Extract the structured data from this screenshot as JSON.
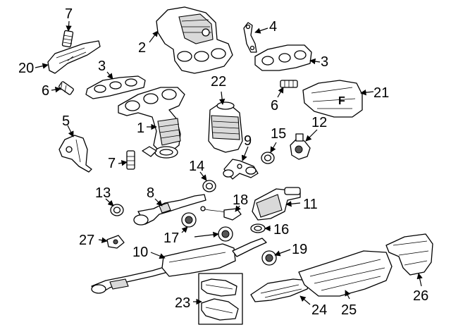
{
  "callouts": {
    "c1": "1",
    "c2": "2",
    "c3a": "3",
    "c3b": "3",
    "c4": "4",
    "c5": "5",
    "c6a": "6",
    "c6b": "6",
    "c7a": "7",
    "c7b": "7",
    "c8": "8",
    "c9": "9",
    "c10": "10",
    "c11": "11",
    "c12": "12",
    "c13": "13",
    "c14": "14",
    "c15": "15",
    "c16": "16",
    "c17": "17",
    "c18": "18",
    "c19": "19",
    "c20": "20",
    "c21": "21",
    "c22": "22",
    "c23": "23",
    "c24": "24",
    "c25": "25",
    "c26": "26",
    "c27": "27"
  },
  "part_marking": "F"
}
